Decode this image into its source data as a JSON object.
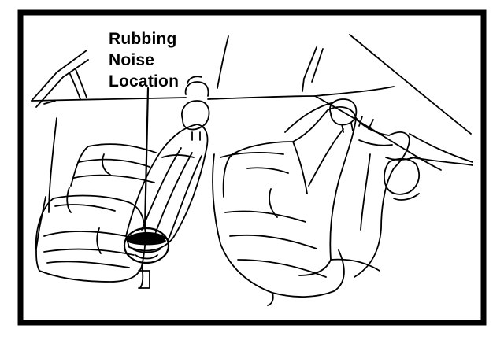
{
  "diagram": {
    "callout": {
      "lines": [
        "Rubbing",
        "Noise",
        "Location"
      ]
    },
    "colors": {
      "ink": "#000000",
      "paper": "#ffffff"
    }
  }
}
